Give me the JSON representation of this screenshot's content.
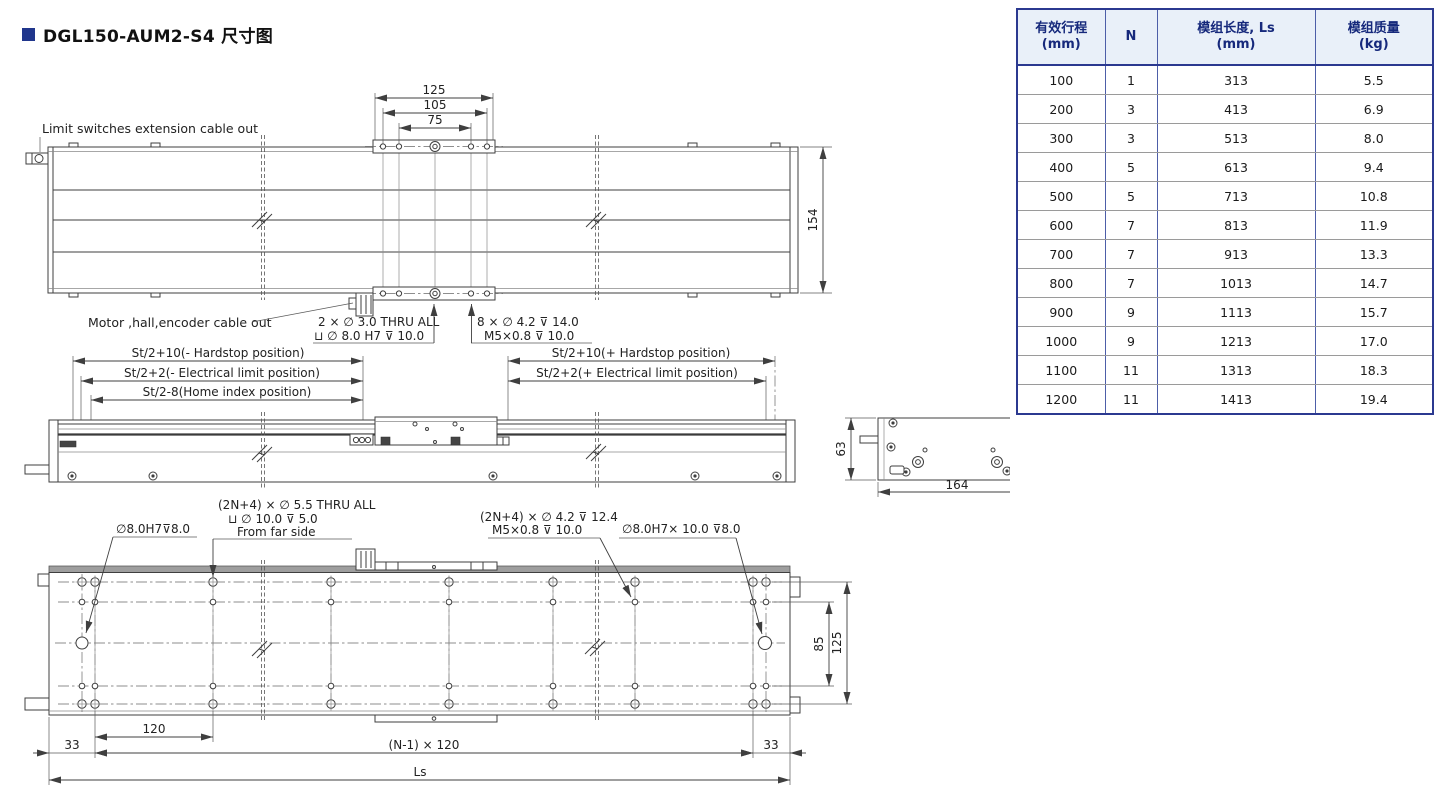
{
  "title": {
    "text": "DGL150-AUM2-S4 尺寸图"
  },
  "table": {
    "headers": [
      "有效行程\n(mm)",
      "N",
      "模组长度, Ls\n(mm)",
      "模组质量\n(kg)"
    ],
    "rows": [
      [
        "100",
        "1",
        "313",
        "5.5"
      ],
      [
        "200",
        "3",
        "413",
        "6.9"
      ],
      [
        "300",
        "3",
        "513",
        "8.0"
      ],
      [
        "400",
        "5",
        "613",
        "9.4"
      ],
      [
        "500",
        "5",
        "713",
        "10.8"
      ],
      [
        "600",
        "7",
        "813",
        "11.9"
      ],
      [
        "700",
        "7",
        "913",
        "13.3"
      ],
      [
        "800",
        "7",
        "1013",
        "14.7"
      ],
      [
        "900",
        "9",
        "1113",
        "15.7"
      ],
      [
        "1000",
        "9",
        "1213",
        "17.0"
      ],
      [
        "1100",
        "11",
        "1313",
        "18.3"
      ],
      [
        "1200",
        "11",
        "1413",
        "19.4"
      ]
    ]
  },
  "colors": {
    "accent_navy": "#2b3990",
    "header_bg": "#e9f0f9",
    "line": "#3f3f3f"
  },
  "top_view": {
    "d125": "125",
    "d105": "105",
    "d75": "75",
    "d154": "154",
    "label_limit": "Limit switches extension cable out",
    "label_motor": "Motor ,hall,encoder cable out",
    "note_cb1": "2 × ∅ 3.0 THRU ALL",
    "note_cb2": "⊔ ∅ 8.0 H7 ⊽ 10.0",
    "note_tap1": "8 × ∅ 4.2  ⊽ 14.0",
    "note_tap2": "M5×0.8  ⊽ 10.0"
  },
  "side_view": {
    "neg_hardstop": "St/2+10(- Hardstop position)",
    "neg_limit": "St/2+2(- Electrical limit position)",
    "home": "St/2-8(Home index position)",
    "pos_hardstop": "St/2+10(+ Hardstop position)",
    "pos_limit": "St/2+2(+ Electrical limit position)"
  },
  "end_view": {
    "d63": "63",
    "d164": "164"
  },
  "bottom_view": {
    "dowel_left": "∅8.0H7⊽8.0",
    "thru1": "(2N+4) × ∅ 5.5 THRU ALL",
    "thru2": "⊔ ∅ 10.0 ⊽ 5.0",
    "thru3": "From far side",
    "tap1": "(2N+4) × ∅ 4.2 ⊽ 12.4",
    "tap2": "M5×0.8    ⊽ 10.0",
    "dowel_right": "∅8.0H7× 10.0 ⊽8.0",
    "d85": "85",
    "d125": "125",
    "d120": "120",
    "d33_left": "33",
    "d33_right": "33",
    "d_n1": "(N-1) × 120",
    "d_ls": "Ls"
  }
}
